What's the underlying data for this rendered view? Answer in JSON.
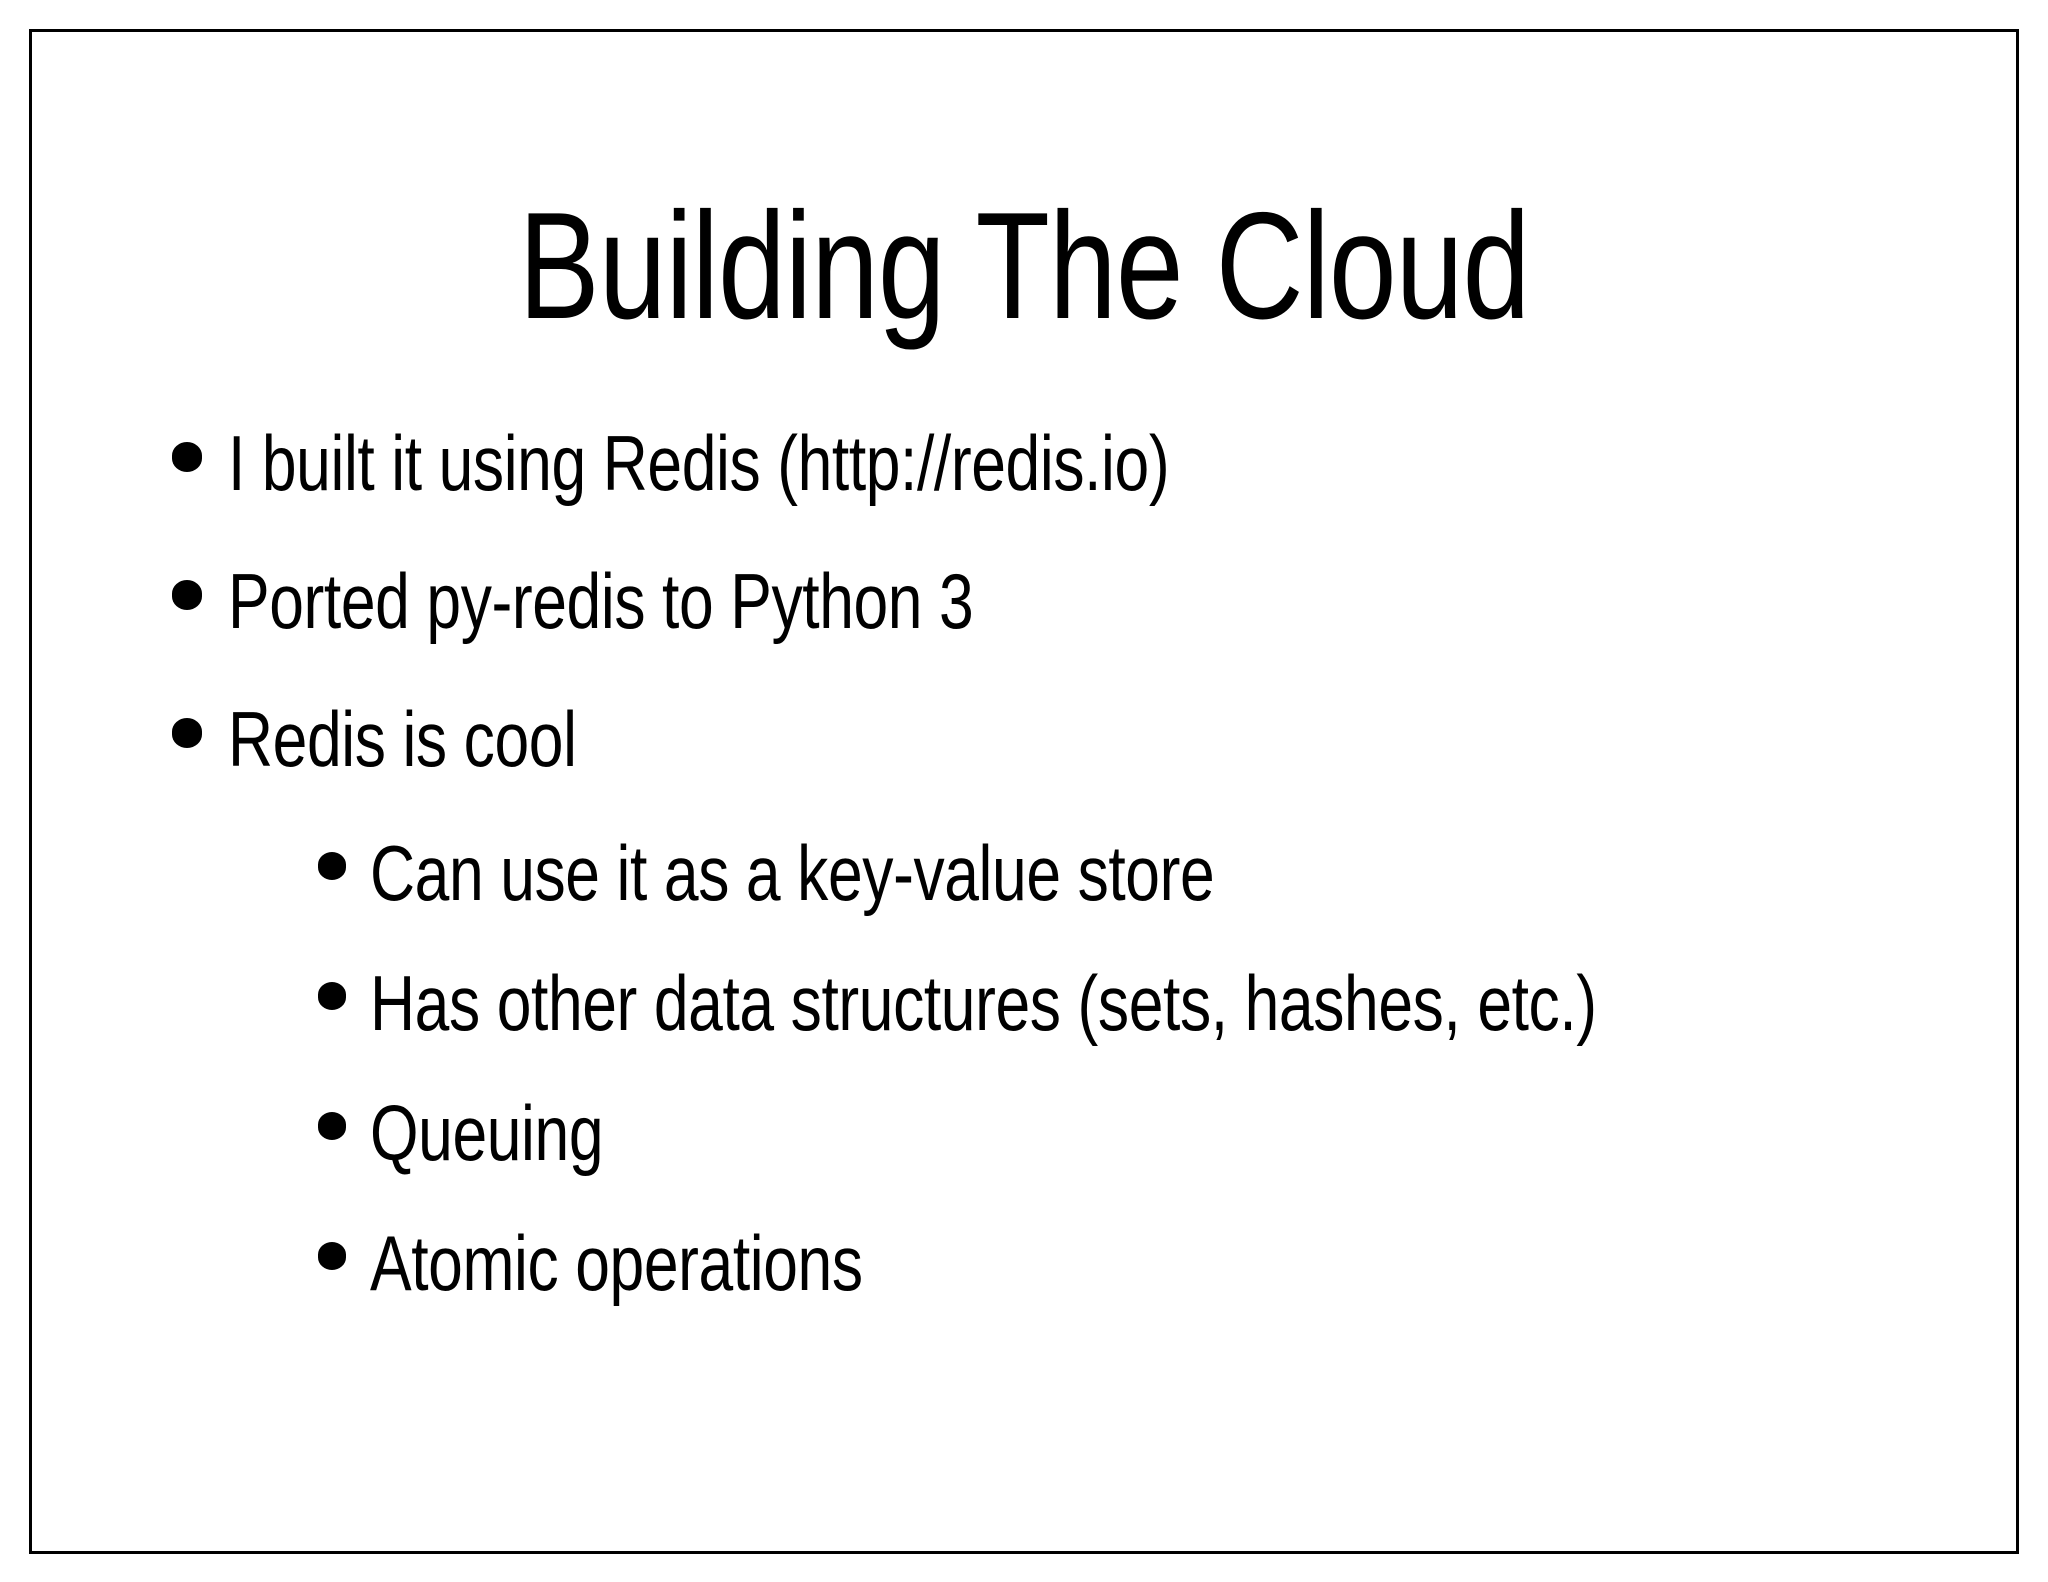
{
  "slide": {
    "title": "Building The Cloud",
    "background_color": "#ffffff",
    "text_color": "#000000",
    "border_color": "#000000",
    "bullets": [
      {
        "level": 1,
        "marker": "bullet-dot",
        "text": "I built it using Redis (http://redis.io)"
      },
      {
        "level": 1,
        "marker": "bullet-dot",
        "text": "Ported py-redis to Python 3"
      },
      {
        "level": 1,
        "marker": "bullet-dot",
        "text": "Redis is cool"
      },
      {
        "level": 2,
        "marker": "bullet-dot",
        "text": "Can use it as a key-value store"
      },
      {
        "level": 2,
        "marker": "bullet-dot",
        "text": "Has other data structures (sets, hashes, etc.)"
      },
      {
        "level": 2,
        "marker": "bullet-dot",
        "text": "Queuing"
      },
      {
        "level": 2,
        "marker": "bullet-dot",
        "text": "Atomic operations"
      }
    ]
  }
}
